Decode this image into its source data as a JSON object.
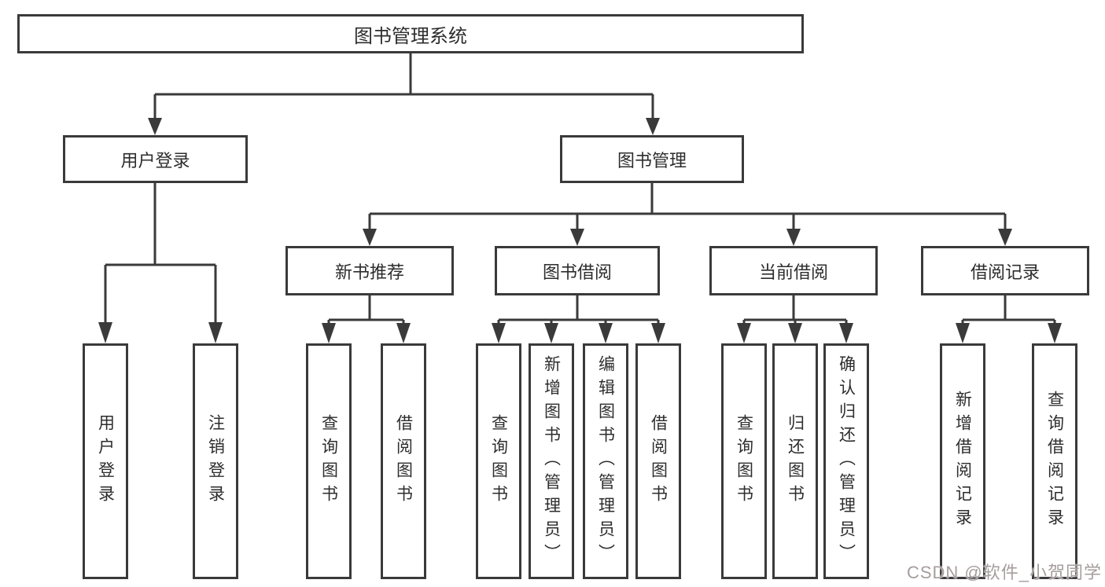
{
  "colors": {
    "line": "#3a3a3a",
    "text": "#2d2d2d",
    "watermark": "#a79d9d",
    "background": "#ffffff"
  },
  "diagram": {
    "root": {
      "label": "图书管理系统"
    },
    "branches": [
      {
        "label": "用户登录",
        "children": [
          {
            "label": "用户登录"
          },
          {
            "label": "注销登录"
          }
        ]
      },
      {
        "label": "图书管理",
        "sections": [
          {
            "label": "新书推荐",
            "children": [
              {
                "label": "查询图书"
              },
              {
                "label": "借阅图书"
              }
            ]
          },
          {
            "label": "图书借阅",
            "children": [
              {
                "label": "查询图书"
              },
              {
                "label": "新增图书（管理员）"
              },
              {
                "label": "编辑图书（管理员）"
              },
              {
                "label": "借阅图书"
              }
            ]
          },
          {
            "label": "当前借阅",
            "children": [
              {
                "label": "查询图书"
              },
              {
                "label": "归还图书"
              },
              {
                "label": "确认归还（管理员）"
              }
            ]
          },
          {
            "label": "借阅记录",
            "children": [
              {
                "label": "新增借阅记录"
              },
              {
                "label": "查询借阅记录"
              }
            ]
          }
        ]
      }
    ]
  },
  "watermark": {
    "text": "CSDN @软件_小贺同学"
  }
}
